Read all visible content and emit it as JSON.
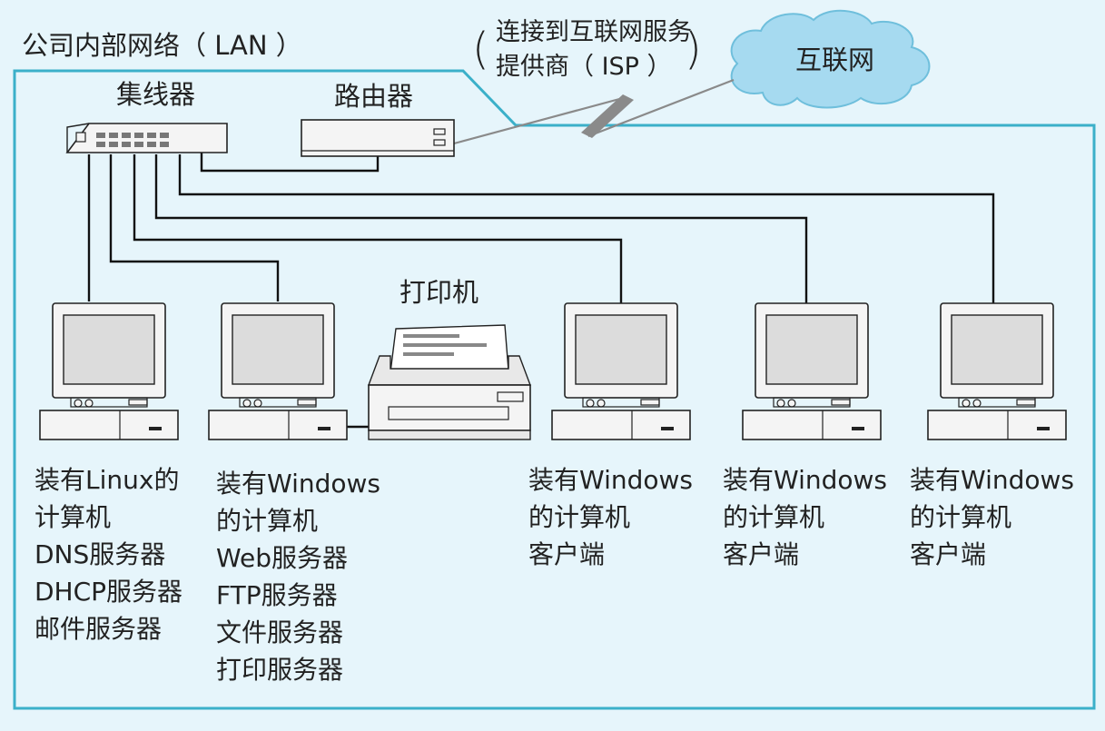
{
  "lan_label": "公司内部网络（ LAN ）",
  "isp_label": {
    "open_paren": "(",
    "line1": "连接到互联网服务",
    "line2": "提供商（ ISP ）",
    "close_paren": ")"
  },
  "internet_label": "互联网",
  "hub_label": "集线器",
  "router_label": "路由器",
  "printer_label": "打印机",
  "computers": [
    {
      "lines": [
        "装有Linux的",
        "计算机",
        "DNS服务器",
        "DHCP服务器",
        "邮件服务器"
      ]
    },
    {
      "lines": [
        "装有Windows",
        "的计算机",
        "Web服务器",
        "FTP服务器",
        "文件服务器",
        "打印服务器"
      ]
    },
    {
      "lines": [
        "装有Windows",
        "的计算机",
        "客户端"
      ]
    },
    {
      "lines": [
        "装有Windows",
        "的计算机",
        "客户端"
      ]
    },
    {
      "lines": [
        "装有Windows",
        "的计算机",
        "客户端"
      ]
    }
  ],
  "colors": {
    "background": "#e6f5fb",
    "lan_border": "#3bb0c9",
    "cloud_fill": "#a6daf0",
    "cloud_stroke": "#6fbfdc",
    "device_fill": "#f4f4f4",
    "screen_fill": "#dcdcdc",
    "cable": "#111111",
    "wan_link": "#8a8a8a"
  }
}
